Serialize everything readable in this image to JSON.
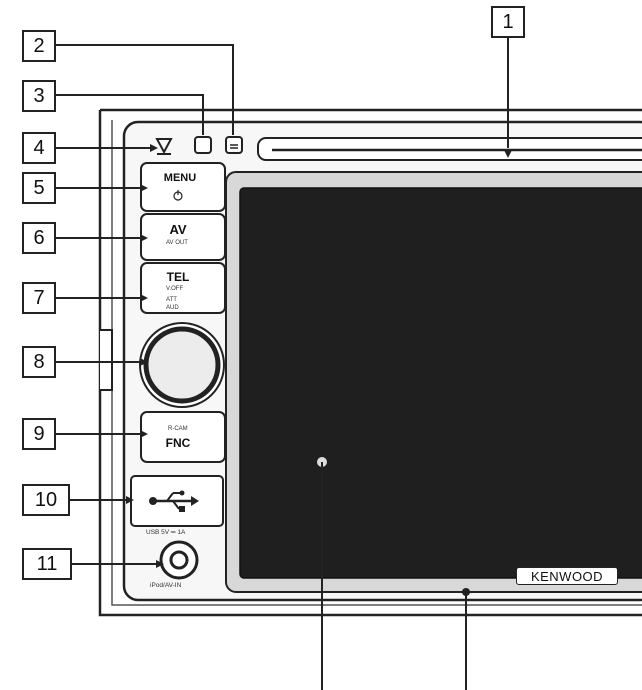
{
  "callouts": [
    "1",
    "2",
    "3",
    "4",
    "5",
    "6",
    "7",
    "8",
    "9",
    "10",
    "11"
  ],
  "buttons": {
    "menu": "MENU",
    "av": "AV",
    "av_sub": "AV OUT",
    "tel": "TEL",
    "tel_sub": "V.OFF",
    "att_sub": "ATT",
    "audio_sub": "AUD",
    "fnc": "FNC",
    "fnc_sub": "R-CAM"
  },
  "usb_label": "USB 5V ═ 1A",
  "av_in_label": "iPod/AV-IN",
  "brand": "KENWOOD"
}
